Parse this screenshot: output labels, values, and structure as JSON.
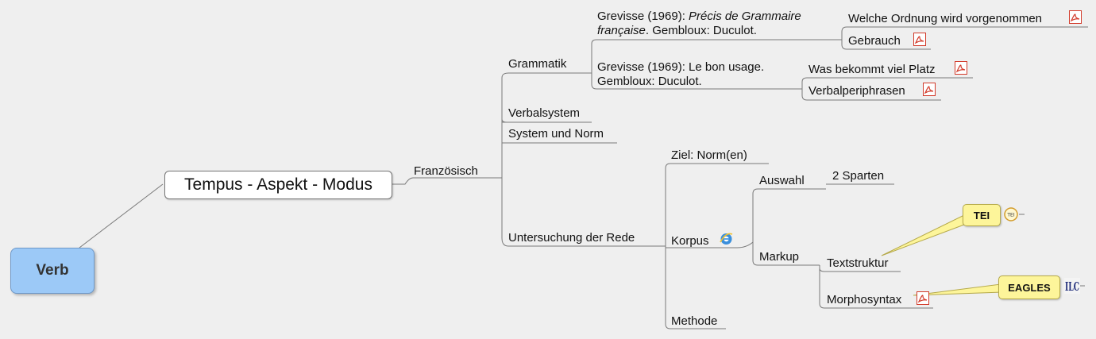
{
  "root": {
    "label": "Verb"
  },
  "main_topic": {
    "label": "Tempus - Aspekt - Modus"
  },
  "branch": {
    "label": "Französisch"
  },
  "grammatik": {
    "label": "Grammatik",
    "ref1": {
      "line1_prefix": "Grevisse (1969): ",
      "line1_title": "Précis de Grammaire",
      "line2_title": "française",
      "line2_rest": ". Gembloux: Duculot."
    },
    "ref1_children": [
      "Welche Ordnung wird vorgenommen",
      "Gebrauch"
    ],
    "ref2": {
      "line1": "Grevisse (1969): Le bon usage.",
      "line2": "Gembloux: Duculot."
    },
    "ref2_children": [
      "Was bekommt viel Platz",
      "Verbalperiphrasen"
    ]
  },
  "verbalsystem": {
    "label": "Verbalsystem"
  },
  "system_norm": {
    "label": "System und Norm"
  },
  "rede": {
    "label": "Untersuchung der Rede",
    "ziel": "Ziel: Norm(en)",
    "korpus": "Korpus",
    "auswahl": "Auswahl",
    "sparten": "2 Sparten",
    "markup": "Markup",
    "textstruktur": "Textstruktur",
    "morphosyntax": "Morphosyntax",
    "methode": "Methode"
  },
  "callouts": {
    "tei": "TEI",
    "eagles": "EAGLES",
    "tei_logo": "TEI",
    "ilc_logo": "ILC"
  },
  "icons": {
    "pdf": "pdf-icon",
    "browser": "browser-icon"
  },
  "colors": {
    "root_fill": "#9cc9f7",
    "callout_fill": "#fdf59a",
    "pdf_red": "#d23a2a",
    "line": "#7a7a7a"
  }
}
